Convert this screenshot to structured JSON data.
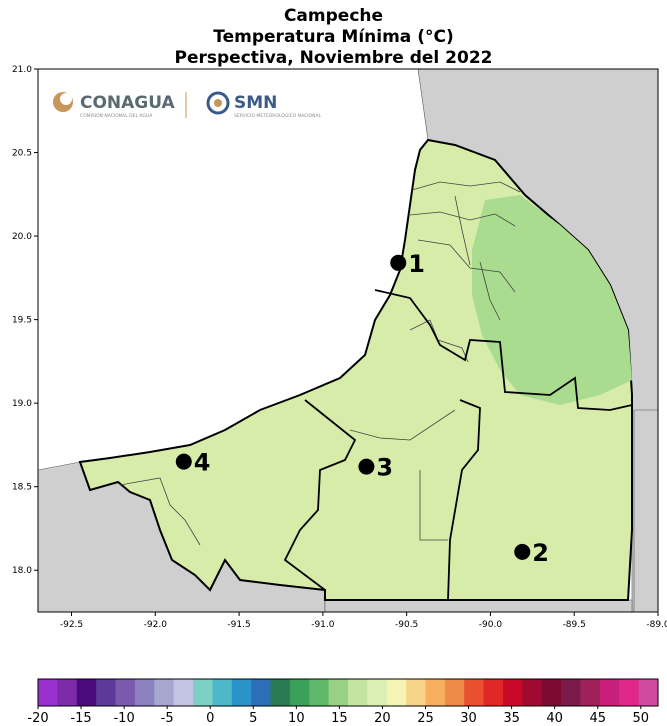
{
  "title": {
    "line1": "Campeche",
    "line2": "Temperatura Mínima (°C)",
    "line3": "Perspectiva, Noviembre del 2022"
  },
  "logos": {
    "conagua": "CONAGUA",
    "conagua_sub": "COMISIÓN NACIONAL DEL AGUA",
    "smn": "SMN",
    "smn_sub": "SERVICIO METEOROLÓGICO NACIONAL"
  },
  "axes": {
    "x_ticks": [
      "-92.5",
      "-92.0",
      "-91.5",
      "-91.0",
      "-90.5",
      "-90.0",
      "-89.5",
      "-89.0"
    ],
    "y_ticks": [
      "21.0",
      "20.5",
      "20.0",
      "19.5",
      "19.0",
      "18.5",
      "18.0"
    ]
  },
  "markers": [
    {
      "label": "1",
      "lon": -90.55,
      "lat": 19.84
    },
    {
      "label": "2",
      "lon": -89.81,
      "lat": 18.11
    },
    {
      "label": "3",
      "lon": -90.74,
      "lat": 18.62
    },
    {
      "label": "4",
      "lon": -91.83,
      "lat": 18.65
    }
  ],
  "colorbar": {
    "labels": [
      "-20",
      "-15",
      "-10",
      "-5",
      "0",
      "5",
      "10",
      "15",
      "20",
      "25",
      "30",
      "35",
      "40",
      "45",
      "50"
    ],
    "colors": [
      "#9b30d0",
      "#7b2aa8",
      "#4b0a7a",
      "#5b3a9a",
      "#7a5aaa",
      "#8c82c0",
      "#a7a6cf",
      "#c4c4e4",
      "#7fd0c4",
      "#4db8c8",
      "#2a93c8",
      "#2a6fb8",
      "#2a7a52",
      "#3aa05a",
      "#62b86a",
      "#98d088",
      "#c4e4a4",
      "#dcefb4",
      "#f4f4b4",
      "#f6d48a",
      "#f6b060",
      "#f08a48",
      "#e85030",
      "#e02828",
      "#c80a28",
      "#a00a30",
      "#7a0a30",
      "#7a1a4a",
      "#a0205a",
      "#c8207a",
      "#e0288a",
      "#d04aa0"
    ],
    "min": -20,
    "max": 52
  },
  "colors": {
    "land_bg": "#cfcfcf",
    "fill": "#d8ecaa",
    "fill_warm": "#a9dc8e"
  }
}
